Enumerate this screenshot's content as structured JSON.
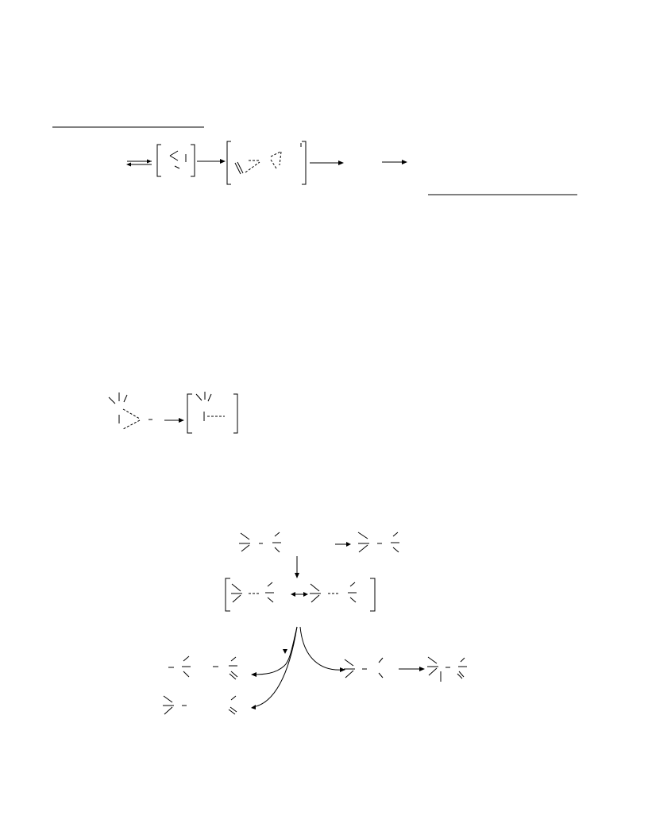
{
  "page": {
    "background": "#ffffff",
    "ink": "#000000"
  },
  "schemes": [
    {
      "id": "scheme-1",
      "visible_text": []
    },
    {
      "id": "scheme-2",
      "visible_text": []
    },
    {
      "id": "scheme-3",
      "visible_text": []
    }
  ]
}
